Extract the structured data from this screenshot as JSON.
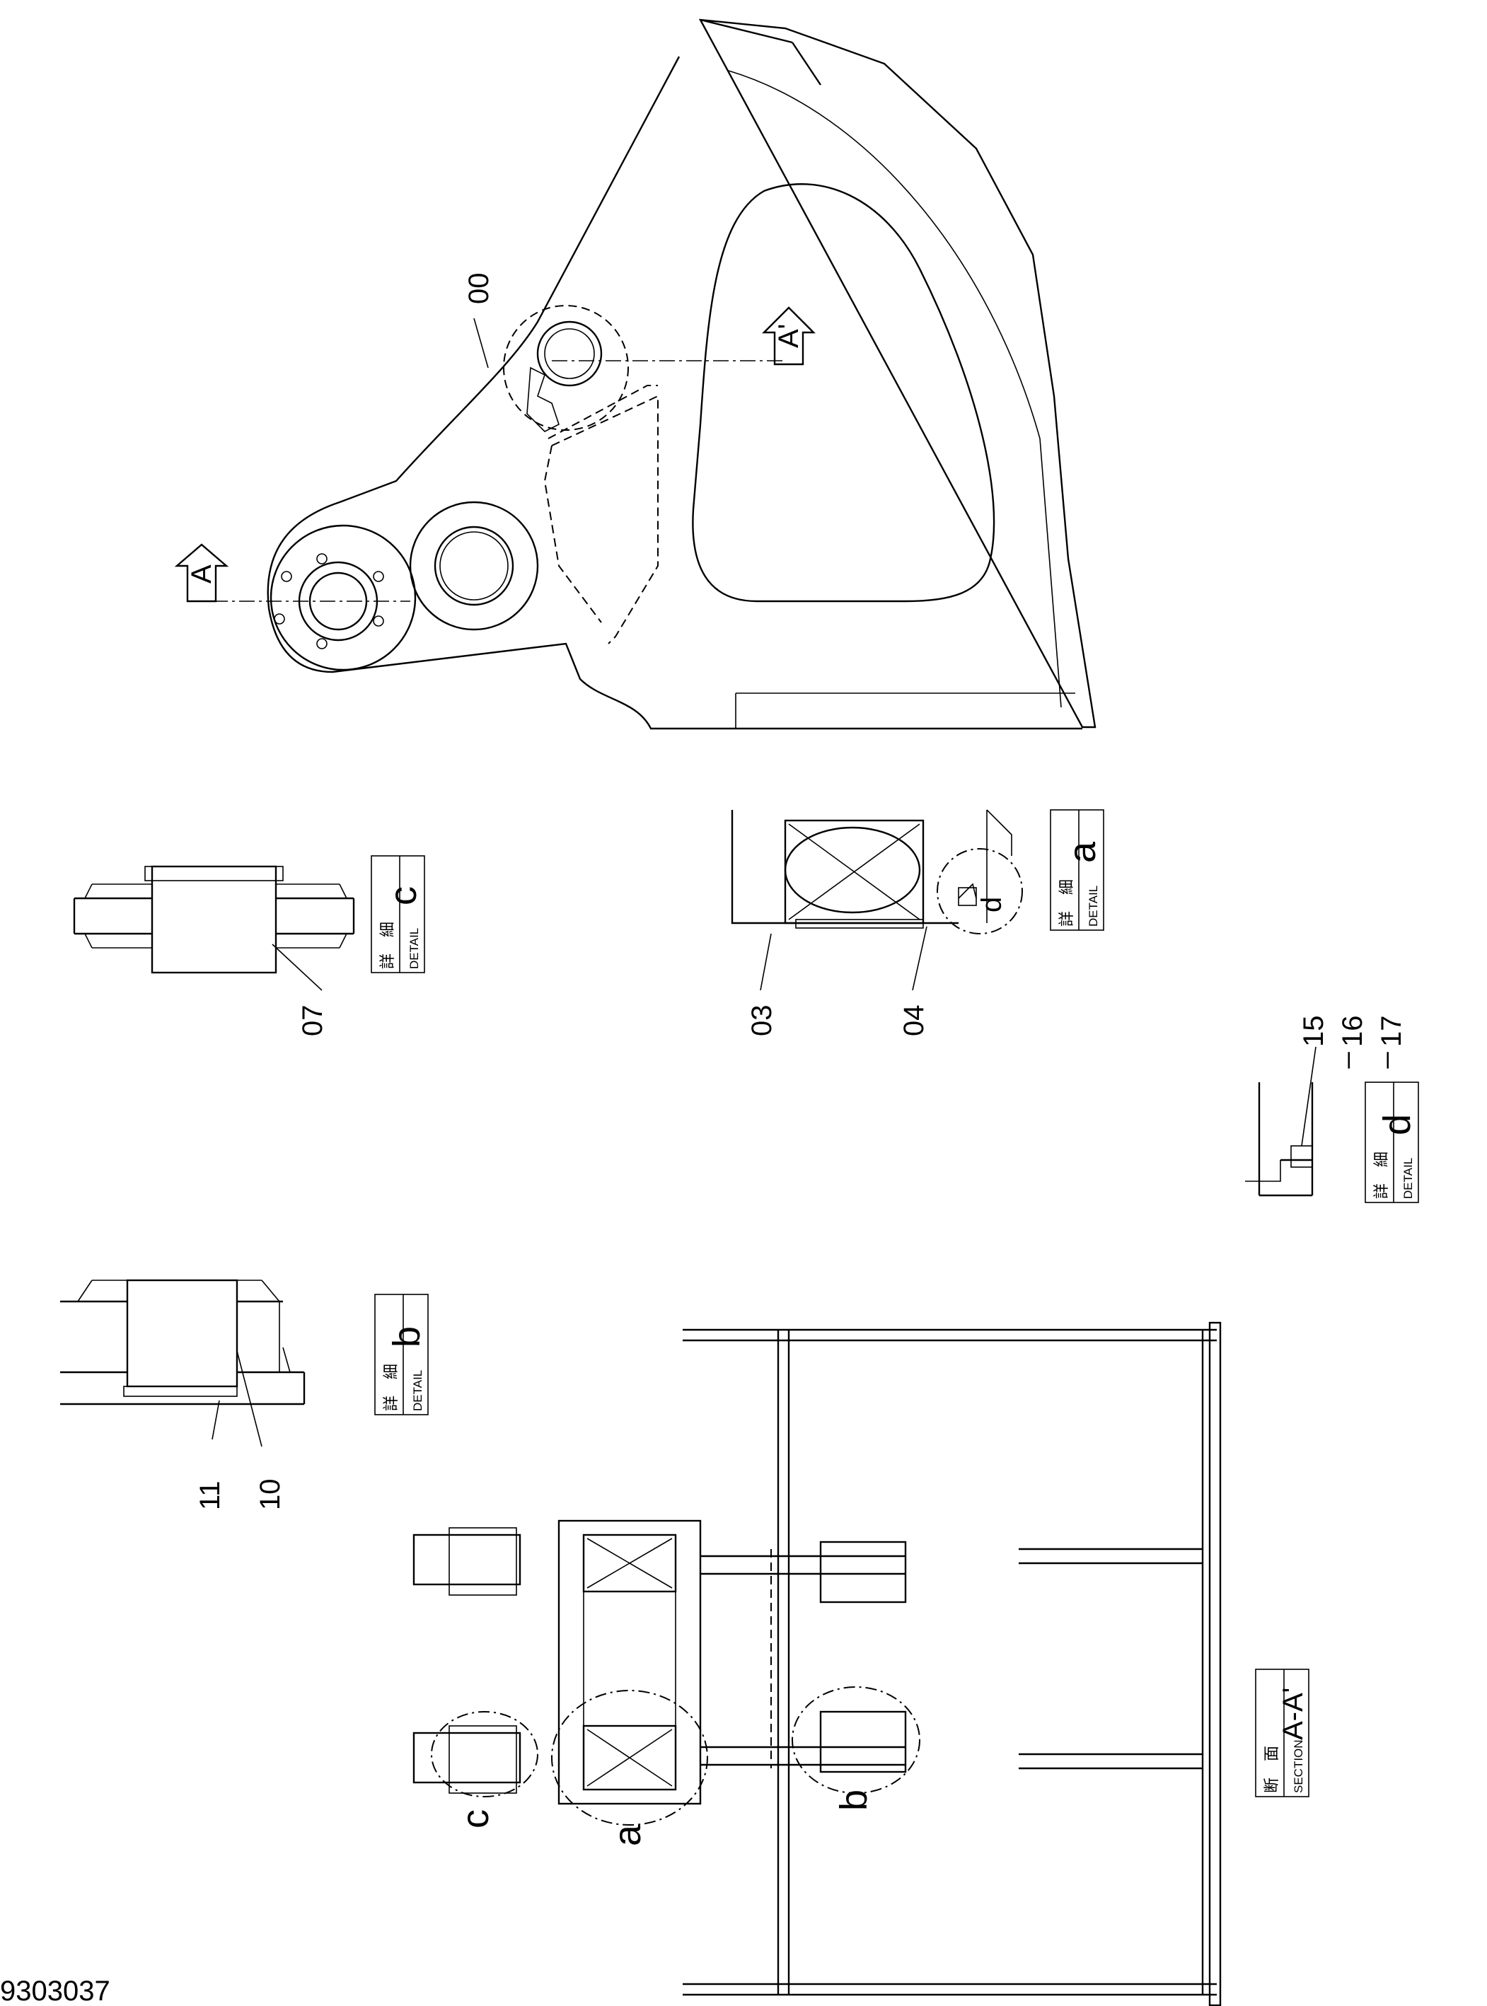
{
  "drawing_number": "9303037",
  "section_arrows": {
    "left": "A",
    "right": "A'"
  },
  "part_labels": {
    "p00": "00",
    "p03": "03",
    "p04": "04",
    "p07": "07",
    "p10": "10",
    "p11": "11",
    "p15": "15",
    "p16": "16",
    "p17": "17",
    "p16_sep": "_",
    "p17_sep": "_"
  },
  "detail_callouts": {
    "a": "a",
    "b": "b",
    "c": "c",
    "d": "d"
  },
  "title_boxes": {
    "detail_a": {
      "jp1": "詳",
      "jp2": "細",
      "en": "DETAIL",
      "letter": "a"
    },
    "detail_b": {
      "jp1": "詳",
      "jp2": "細",
      "en": "DETAIL",
      "letter": "b"
    },
    "detail_c": {
      "jp1": "詳",
      "jp2": "細",
      "en": "DETAIL",
      "letter": "c"
    },
    "detail_d": {
      "jp1": "詳",
      "jp2": "細",
      "en": "DETAIL",
      "letter": "d"
    },
    "section": {
      "jp1": "断",
      "jp2": "面",
      "en": "SECTION",
      "letter": "A-A'"
    }
  }
}
